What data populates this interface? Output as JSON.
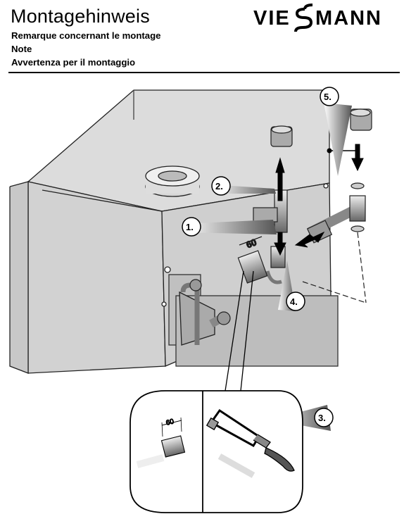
{
  "header": {
    "title": "Montagehinweis",
    "subtitles": [
      "Remarque concernant le montage",
      "Note",
      "Avvertenza per il montaggio"
    ],
    "logo_text": "VIESMANN"
  },
  "steps": [
    "1.",
    "2.",
    "3.",
    "4.",
    "5."
  ],
  "dimension_label": "60"
}
